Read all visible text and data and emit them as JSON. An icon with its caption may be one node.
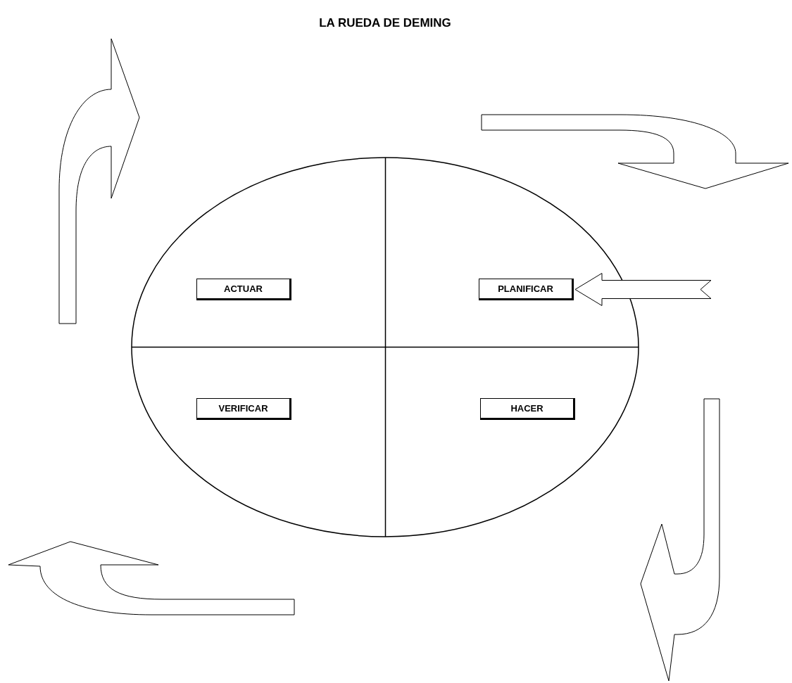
{
  "diagram": {
    "title": "LA RUEDA DE DEMING",
    "nodes": [
      {
        "text": [],
        "shape": "ellipse"
      },
      {
        "text": [
          "ACTUAR"
        ],
        "in": 0
      },
      {
        "text": [
          "PLANIFICAR"
        ],
        "in": 0
      },
      {
        "text": [
          "VERIFICAR"
        ],
        "in": 0
      },
      {
        "text": [
          "HACER"
        ],
        "in": 0
      }
    ],
    "edges": [
      {
        "from": null,
        "to": 2,
        "arrow": "to"
      }
    ]
  }
}
